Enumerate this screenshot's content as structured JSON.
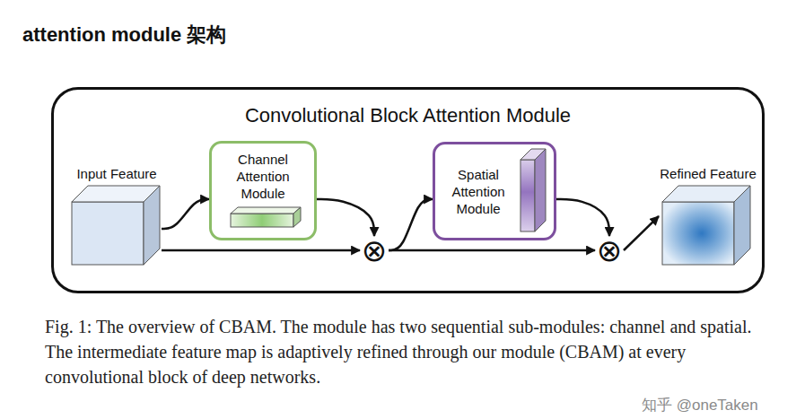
{
  "diagram": {
    "title": "attention module 架构",
    "caption": "Fig. 1: The overview of CBAM. The module has two sequential sub-modules: channel and spatial. The intermediate feature map is adaptively refined through our module (CBAM) at every convolutional block of deep networks.",
    "nodes": [
      {
        "text": [
          "Convolutional Block Attention Module"
        ]
      },
      {
        "text": [
          "Input Feature"
        ],
        "in": 0
      },
      {
        "text": [
          "Channel Attention Module"
        ],
        "in": 0
      },
      {
        "text": [
          "⊗"
        ],
        "in": 0
      },
      {
        "text": [
          "Spatial Attention Module"
        ],
        "in": 0
      },
      {
        "text": [
          "⊗"
        ],
        "in": 0
      },
      {
        "text": [
          "Refined Feature"
        ],
        "in": 0
      }
    ],
    "edges": [
      {
        "from": 1,
        "to": 2,
        "arrow": "to"
      },
      {
        "from": 2,
        "to": 3,
        "arrow": "to"
      },
      {
        "from": 1,
        "to": 3,
        "arrow": "to"
      },
      {
        "from": 3,
        "to": 4,
        "arrow": "to"
      },
      {
        "from": 3,
        "to": 5,
        "arrow": "to"
      },
      {
        "from": 4,
        "to": 5,
        "arrow": "to"
      },
      {
        "from": 5,
        "to": 6,
        "arrow": "to"
      }
    ],
    "labels": [
      "知乎 @oneTaken"
    ]
  }
}
